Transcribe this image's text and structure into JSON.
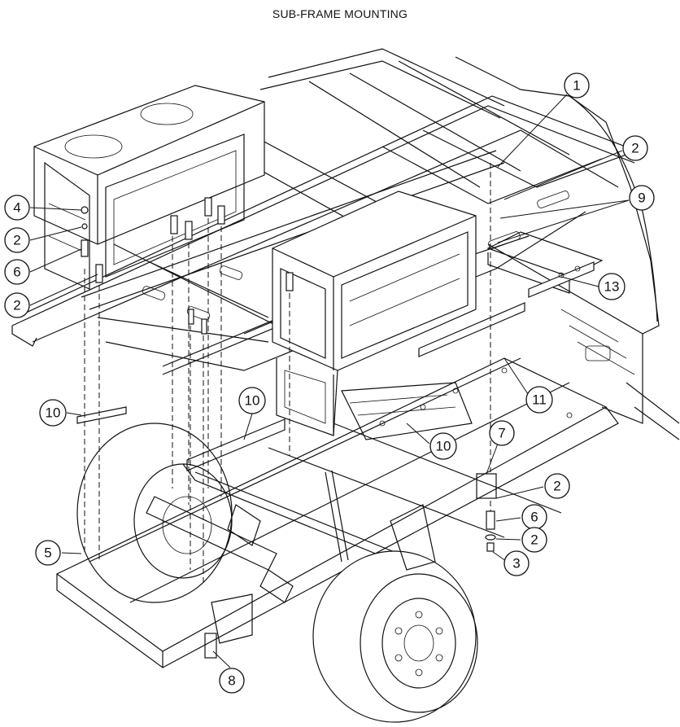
{
  "title": "SUB-FRAME MOUNTING",
  "callouts": {
    "c1": "1",
    "c2a": "2",
    "c9": "9",
    "c13": "13",
    "c4": "4",
    "c2b": "2",
    "c6a": "6",
    "c2c": "2",
    "c10a": "10",
    "c10b": "10",
    "c11": "11",
    "c10c": "10",
    "c7": "7",
    "c2d": "2",
    "c6b": "6",
    "c2e": "2",
    "c3": "3",
    "c5": "5",
    "c8": "8"
  }
}
